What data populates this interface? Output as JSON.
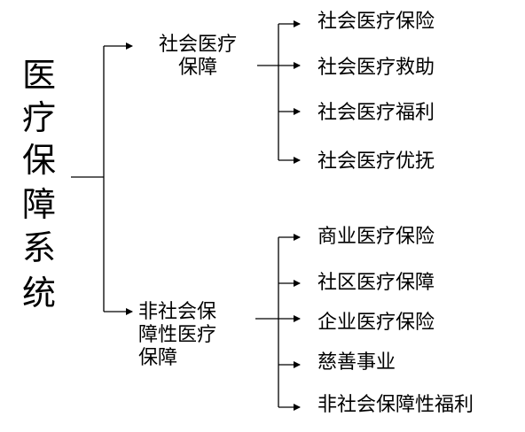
{
  "root": {
    "chars": [
      "医",
      "疗",
      "保",
      "障",
      "系",
      "统"
    ]
  },
  "branches": [
    {
      "lines": [
        "社会医疗",
        "保障"
      ],
      "children": [
        "社会医疗保险",
        "社会医疗救助",
        "社会医疗福利",
        "社会医疗优抚"
      ]
    },
    {
      "lines": [
        "非社会保",
        "障性医疗",
        "保障"
      ],
      "children": [
        "商业医疗保险",
        "社区医疗保障",
        "企业医疗保险",
        "慈善事业",
        "非社会保障性福利"
      ]
    }
  ],
  "colors": {
    "line": "#000000",
    "text": "#000000",
    "background": "#ffffff"
  }
}
